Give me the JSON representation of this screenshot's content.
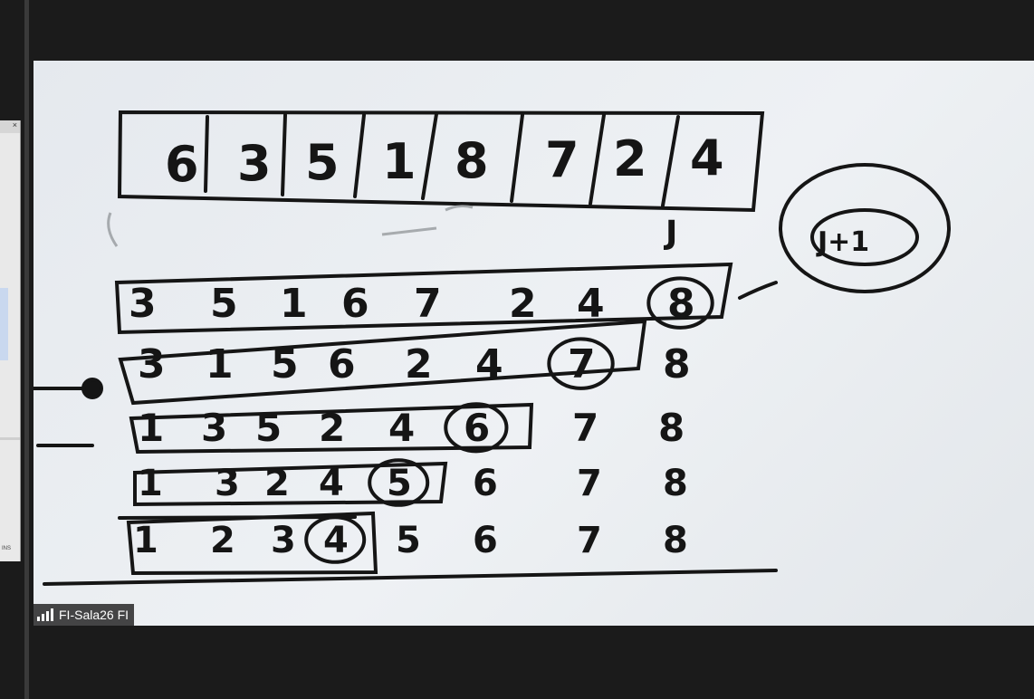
{
  "participant": {
    "name": "FI-Sala26 FI",
    "signal_icon": "signal-bars-icon"
  },
  "whiteboard": {
    "top_array": [
      "6",
      "3",
      "5",
      "1",
      "8",
      "7",
      "2",
      "4"
    ],
    "j_label": "J",
    "side_note": "J+1",
    "rows": [
      {
        "values": [
          "3",
          "5",
          "1",
          "6",
          "7",
          "2",
          "4",
          "8"
        ],
        "circled": "8"
      },
      {
        "values": [
          "3",
          "1",
          "5",
          "6",
          "2",
          "4",
          "7",
          "8"
        ],
        "circled": "7"
      },
      {
        "values": [
          "1",
          "3",
          "5",
          "2",
          "4",
          "6",
          "7",
          "8"
        ],
        "circled": "6"
      },
      {
        "values": [
          "1",
          "3",
          "2",
          "4",
          "5",
          "6",
          "7",
          "8"
        ],
        "circled": "5"
      },
      {
        "values": [
          "1",
          "2",
          "3",
          "4",
          "5",
          "6",
          "7",
          "8"
        ],
        "circled": "4"
      }
    ]
  },
  "mini_window": {
    "close_glyph": "×",
    "tiny_text": "INS"
  }
}
